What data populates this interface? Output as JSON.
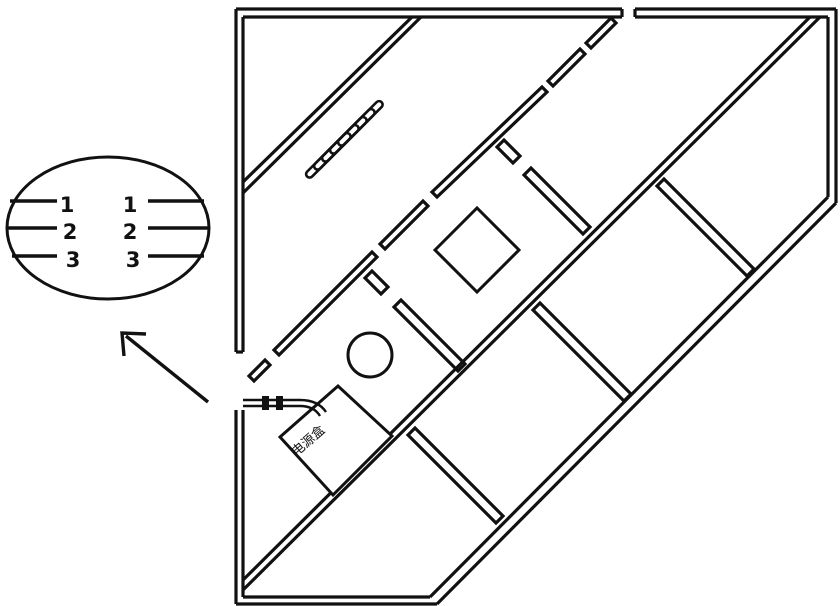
{
  "legend": {
    "left_numbers": [
      "1",
      "2",
      "3"
    ],
    "right_numbers": [
      "1",
      "2",
      "3"
    ]
  },
  "power_box": {
    "label": "电源盒"
  },
  "colors": {
    "line": "#111111",
    "background": "#ffffff"
  },
  "icons": [
    "arrow-icon",
    "vent-grille-icon"
  ]
}
